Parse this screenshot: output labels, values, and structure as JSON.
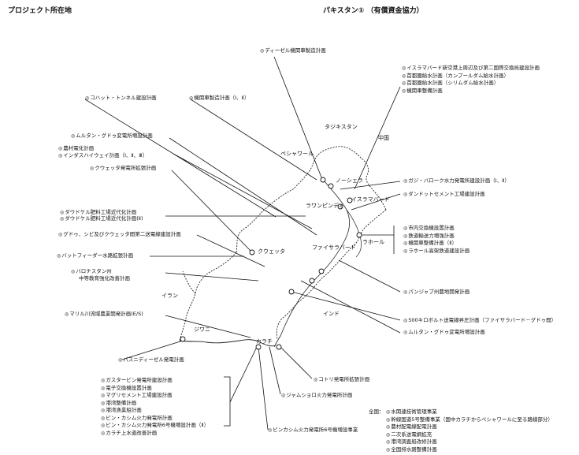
{
  "header": {
    "left_title": "プロジェクト所在地",
    "right_title": "パキスタン① （有償資金協力）"
  },
  "marker": "◎",
  "geo_labels": {
    "tajikistan": "タジキスタン",
    "china": "中国",
    "iran": "イラン",
    "india": "インド"
  },
  "cities": {
    "peshawar": "ペシャワール",
    "nowshera": "ノーシェラ",
    "islamabad": "イスラマバード",
    "rawalpindi": "ラワンピンディ",
    "lahore": "ラホール",
    "faisalabad": "ファイサラバード",
    "quetta": "クウェッタ",
    "jiwani": "ジワニ",
    "karachi": "カラチ"
  },
  "projects": {
    "diesel_factory": "ディーゼル機関車製造計画",
    "kohat_tunnel": "コハット・トンネル建設計画",
    "loco_mfg": "機関車製造計画（Ⅰ、Ⅱ）",
    "multan_guddu_top": "ムルタン・グドゥ変電所増設計画",
    "rural_electrification": "農村電化計画",
    "indus_highway": "インダスハイウェイ計画（Ⅰ、Ⅱ、Ⅲ）",
    "quetta_power": "クウェッタ発電所拡張計画",
    "daudkhel_1": "ダウドケル肥料工場近代化計画",
    "daudkhel_2": "ダウドケル肥料工場近代化計画(Ⅱ)",
    "guddu_sibi": "グドゥ、シビ及びクウェッタ間第二送電線建設計画",
    "battfeeder": "バットフィーダー水路拡張計画",
    "balochistan_1": "バロチスタン州",
    "balochistan_2": "中等教育強化改善計画",
    "mirani": "マリル川流域農業開発計画(E/S)",
    "pasni": "パスニディーゼル発電計画",
    "ghazi_barotha": "ガジ・バローク水力発電所建設計画（Ⅰ、Ⅱ）",
    "dandot": "ダンドットセメント工場建設計画",
    "punjab_rural": "パンジャブ州農地開発計画",
    "transmission_500": "500キロボルト送電線昇圧計画（ファイサラバード－グドゥ間）",
    "multan_guddu_bottom": "ムルタン・グドゥ変電所増設計画",
    "kotri": "コトリ発電所拡張計画",
    "jamshoro": "ジャムショロ火力発電所計画",
    "bin_qasim": "ビンカシム火力発電所6号機増設事業"
  },
  "groups": {
    "islamabad_group": [
      "イスラマバード新空港上周辺及び第二国際交換局建設計画",
      "首都圏給水計画（カンプールダム給水計画）",
      "首都圏給水計画（シリムダム給水計画）",
      "機関車整備計画"
    ],
    "lahore_group": [
      "市内交換機設置計画",
      "鉄道輸送力増強計画",
      "機関車整備計画（Ⅱ）",
      "ラホール高架鉄道建設計画"
    ],
    "karachi_group": [
      "ガスタービン発電所建設計画",
      "電子交換機設置計画",
      "マグリセメント工場建設計画",
      "港湾整備計画",
      "港湾漁業船計画",
      "ビン・カシム火力発電所計画",
      "ビン・カシム火力発電所6号機増設計画（Ⅱ）",
      "カラチ上水道改善計画"
    ],
    "nationwide_label": "全国：",
    "nationwide": [
      "水関連技術管理事業",
      "幹線国道5号整備事業（国中カラチからペシャワールに至る路線部分）",
      "農村配電線配電計画",
      "二次系送電網拡充",
      "港湾調査船改修計画",
      "全国排水路整備計画"
    ]
  }
}
